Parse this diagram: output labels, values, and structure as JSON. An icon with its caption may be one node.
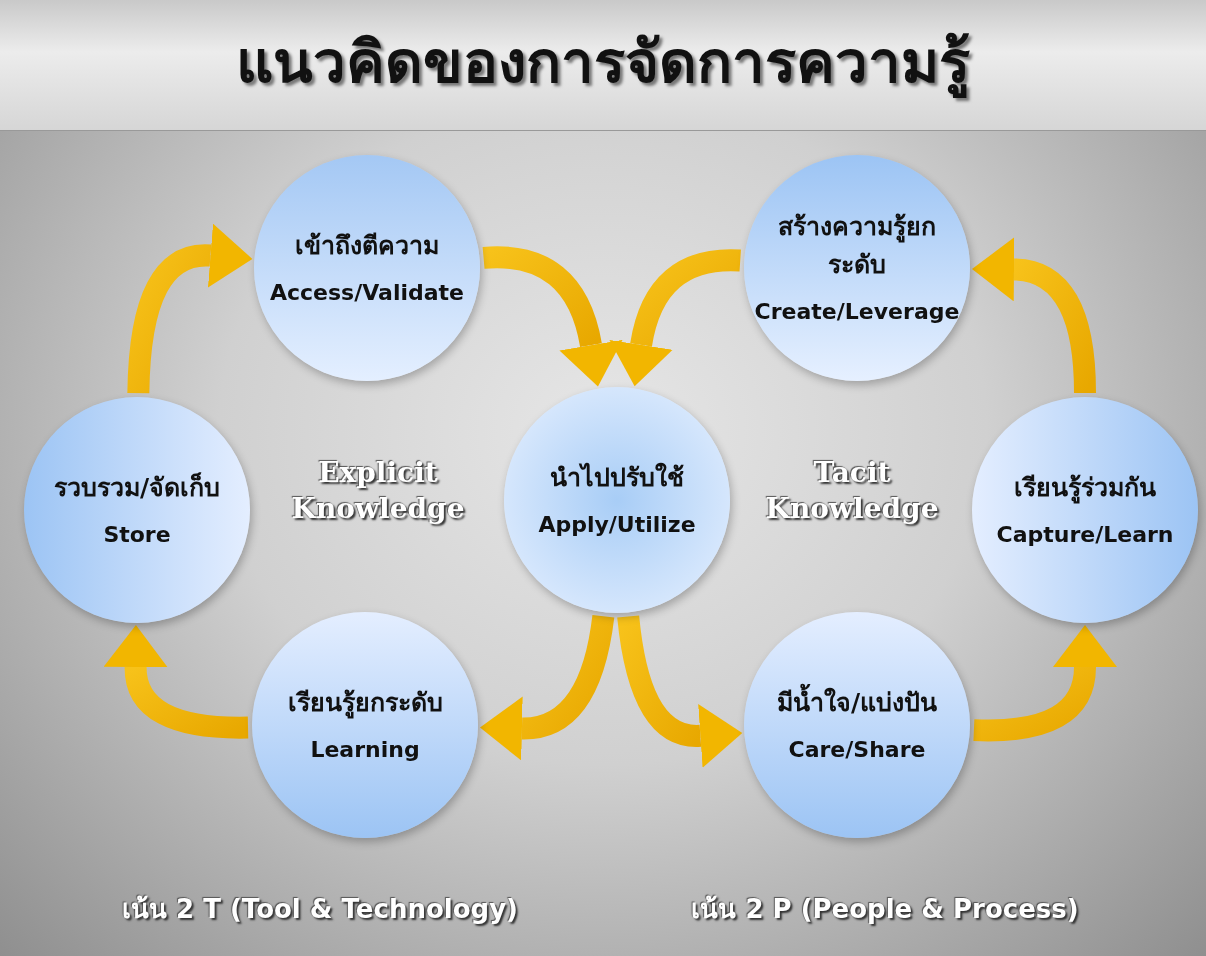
{
  "diagram": {
    "title": "แนวคิดของการจัดการความรู้",
    "nodes": [
      {
        "text": [
          "เข้าถึงตีความ",
          "Access/Validate"
        ]
      },
      {
        "text": [
          "สร้างความรู้ยกระดับ",
          "Create/Leverage"
        ]
      },
      {
        "text": [
          "รวบรวม/จัดเก็บ",
          "Store"
        ]
      },
      {
        "text": [
          "นำไปปรับใช้",
          "Apply/Utilize"
        ]
      },
      {
        "text": [
          "เรียนรู้ร่วมกัน",
          "Capture/Learn"
        ]
      },
      {
        "text": [
          "เรียนรู้ยกระดับ",
          "Learning"
        ]
      },
      {
        "text": [
          "มีน้ำใจ/แบ่งปัน",
          "Care/Share"
        ]
      }
    ],
    "edges": [
      {
        "from": 2,
        "to": 0,
        "arrow": "to"
      },
      {
        "from": 0,
        "to": 3,
        "arrow": "to"
      },
      {
        "from": 1,
        "to": 3,
        "arrow": "to"
      },
      {
        "from": 3,
        "to": 5,
        "arrow": "to"
      },
      {
        "from": 3,
        "to": 6,
        "arrow": "to"
      },
      {
        "from": 5,
        "to": 2,
        "arrow": "to"
      },
      {
        "from": 6,
        "to": 4,
        "arrow": "to"
      },
      {
        "from": 4,
        "to": 1,
        "arrow": "to"
      }
    ],
    "labels": [
      "Explicit Knowledge",
      "Tacit Knowledge",
      "เน้น 2 T (Tool & Technology)",
      "เน้น 2 P (People & Process)"
    ]
  }
}
